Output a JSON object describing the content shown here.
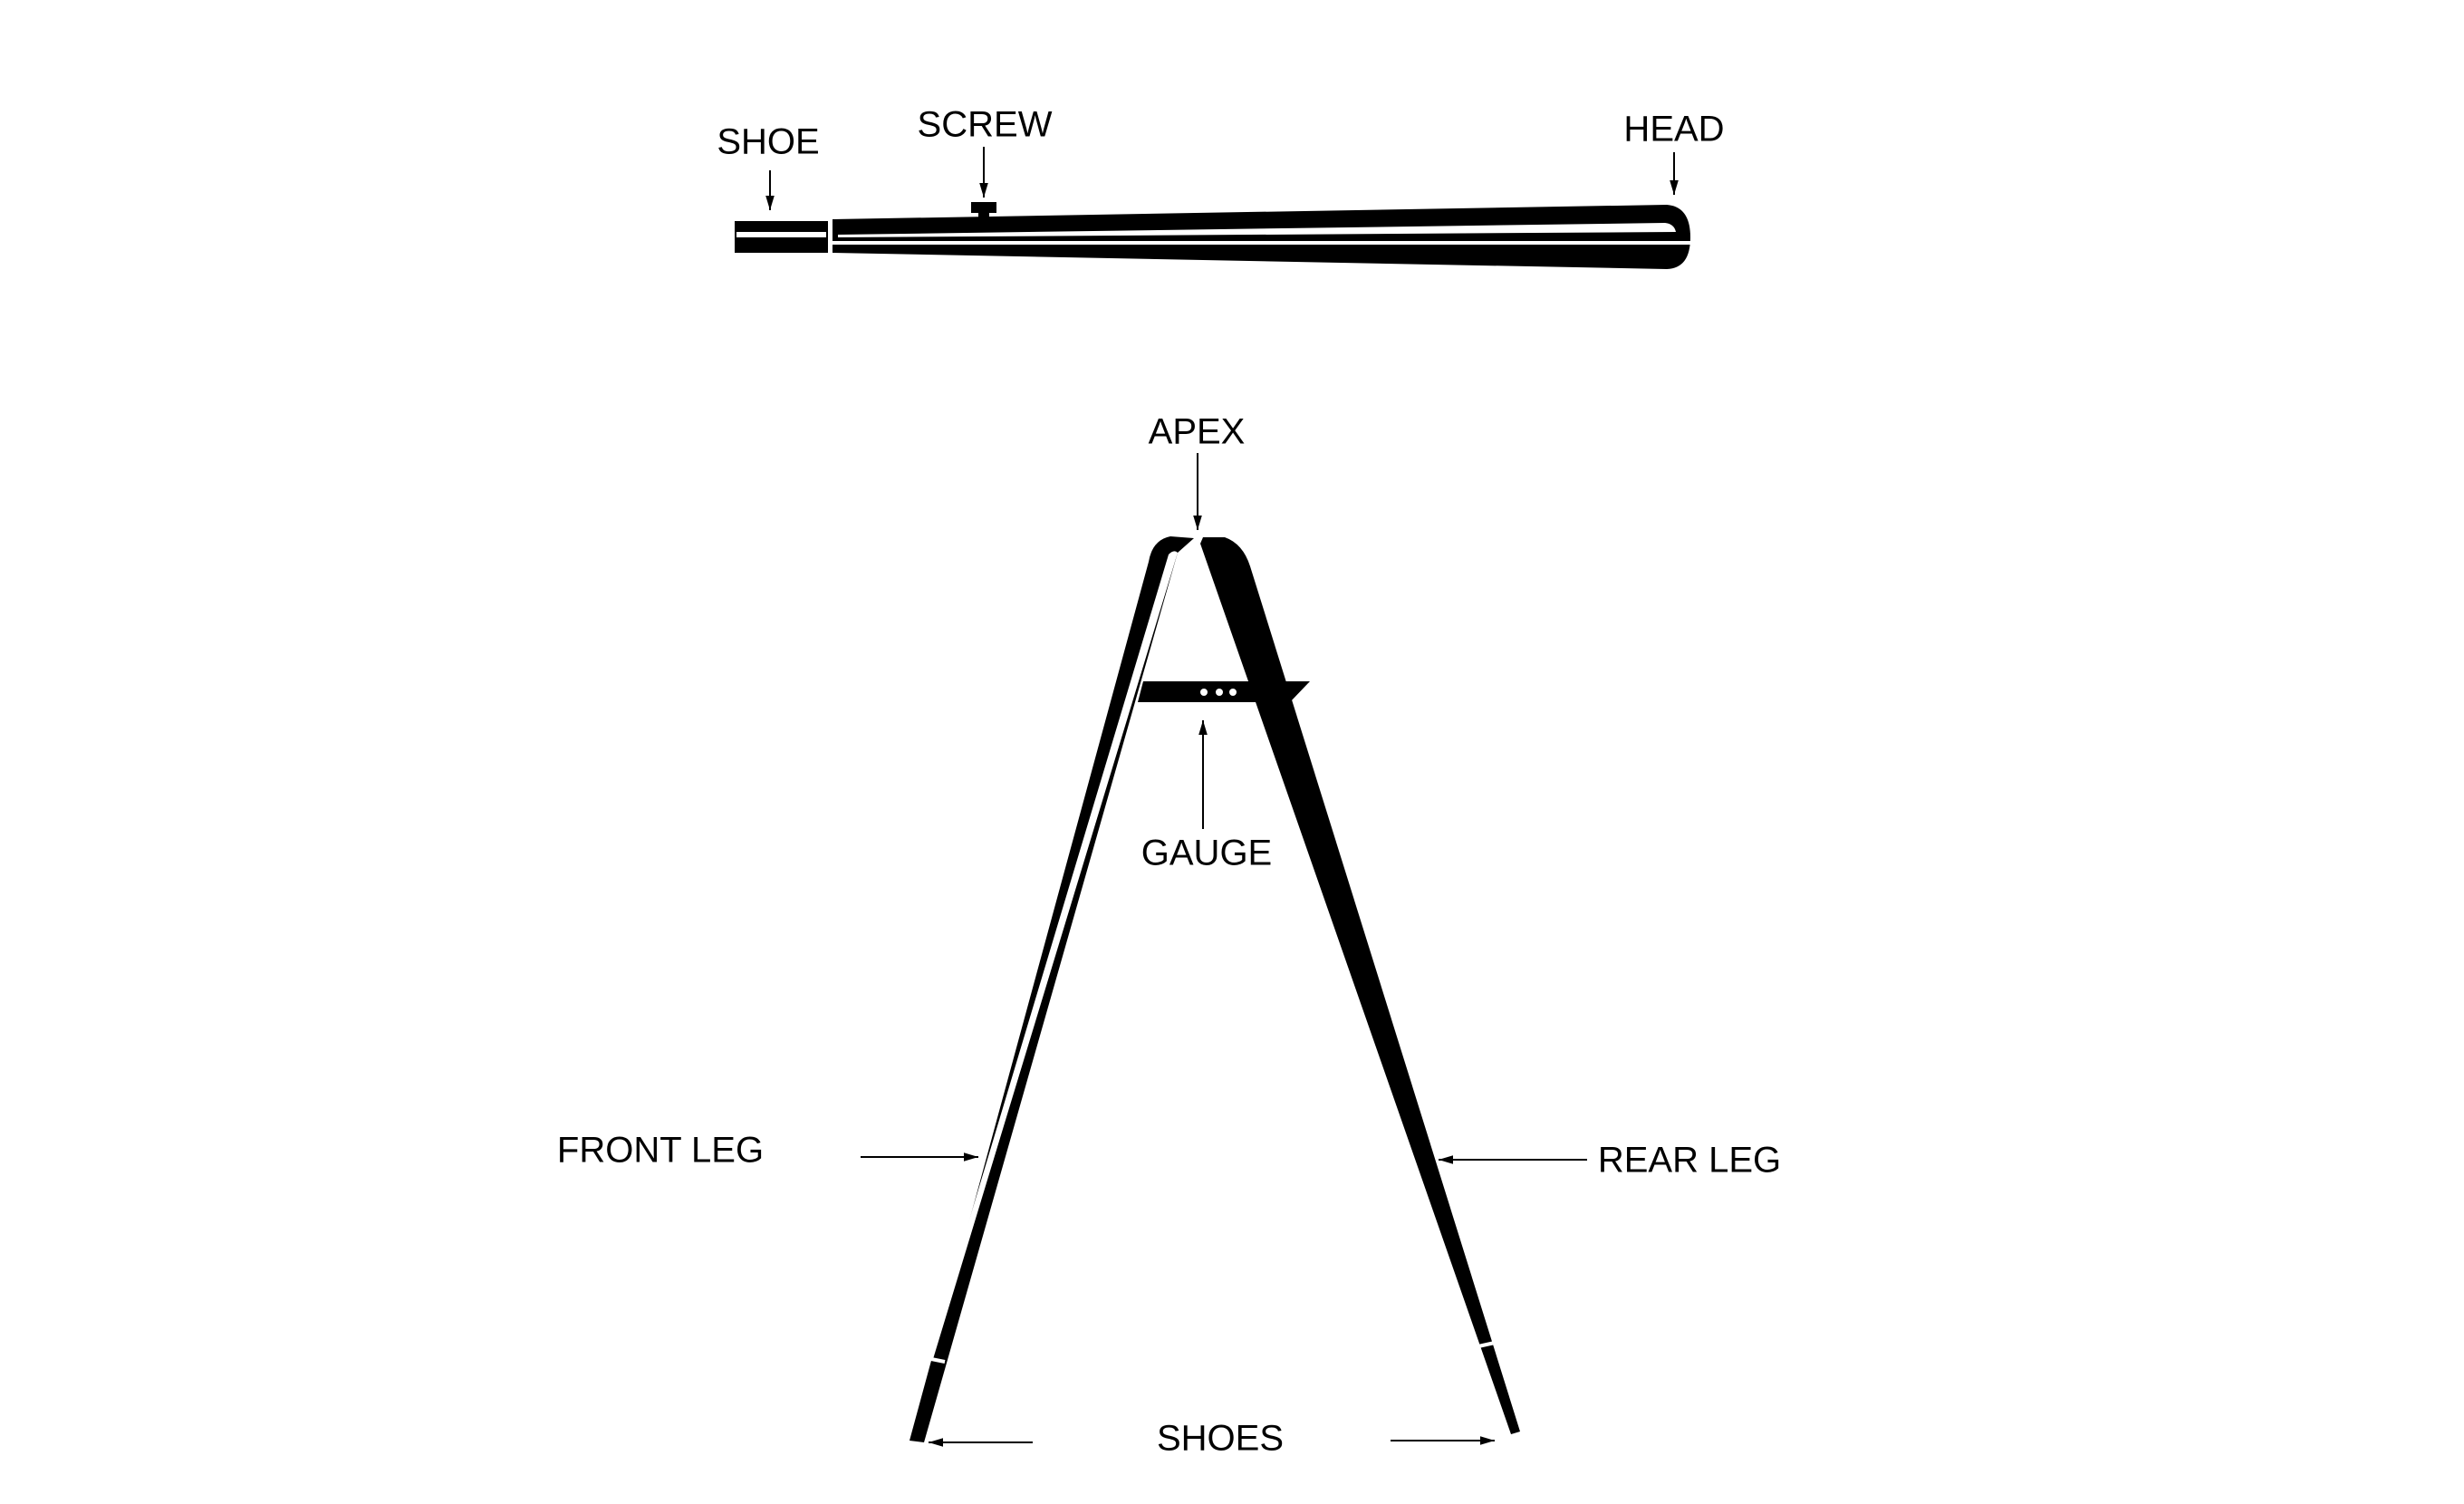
{
  "labels": {
    "shoe": "SHOE",
    "screw": "SCREW",
    "head": "HEAD",
    "apex": "APEX",
    "gauge": "GAUGE",
    "front_leg": "FRONT LEG",
    "rear_leg": "REAR LEG",
    "shoes": "SHOES"
  },
  "colors": {
    "ink": "#000000",
    "paper": "#ffffff"
  }
}
